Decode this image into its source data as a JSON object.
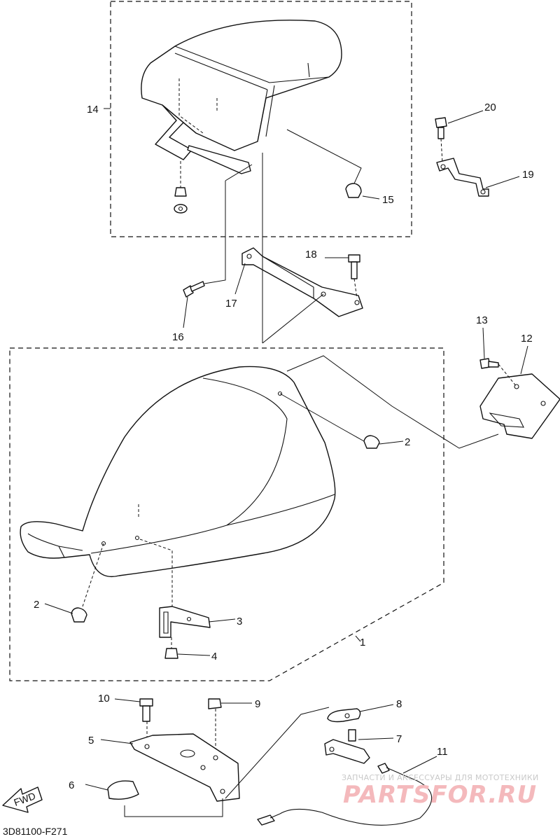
{
  "diagram": {
    "code": "3D81100-F271",
    "fwd_label": "FWD",
    "callouts": [
      "1",
      "2",
      "2",
      "3",
      "4",
      "5",
      "6",
      "7",
      "8",
      "9",
      "10",
      "11",
      "12",
      "13",
      "14",
      "15",
      "16",
      "17",
      "18",
      "19",
      "20"
    ]
  },
  "watermark": {
    "line1": "ЗАПЧАСТИ И АКСЕССУАРЫ ДЛЯ МОТОТЕХНИКИ",
    "logo": "PARTSFOR.RU"
  }
}
